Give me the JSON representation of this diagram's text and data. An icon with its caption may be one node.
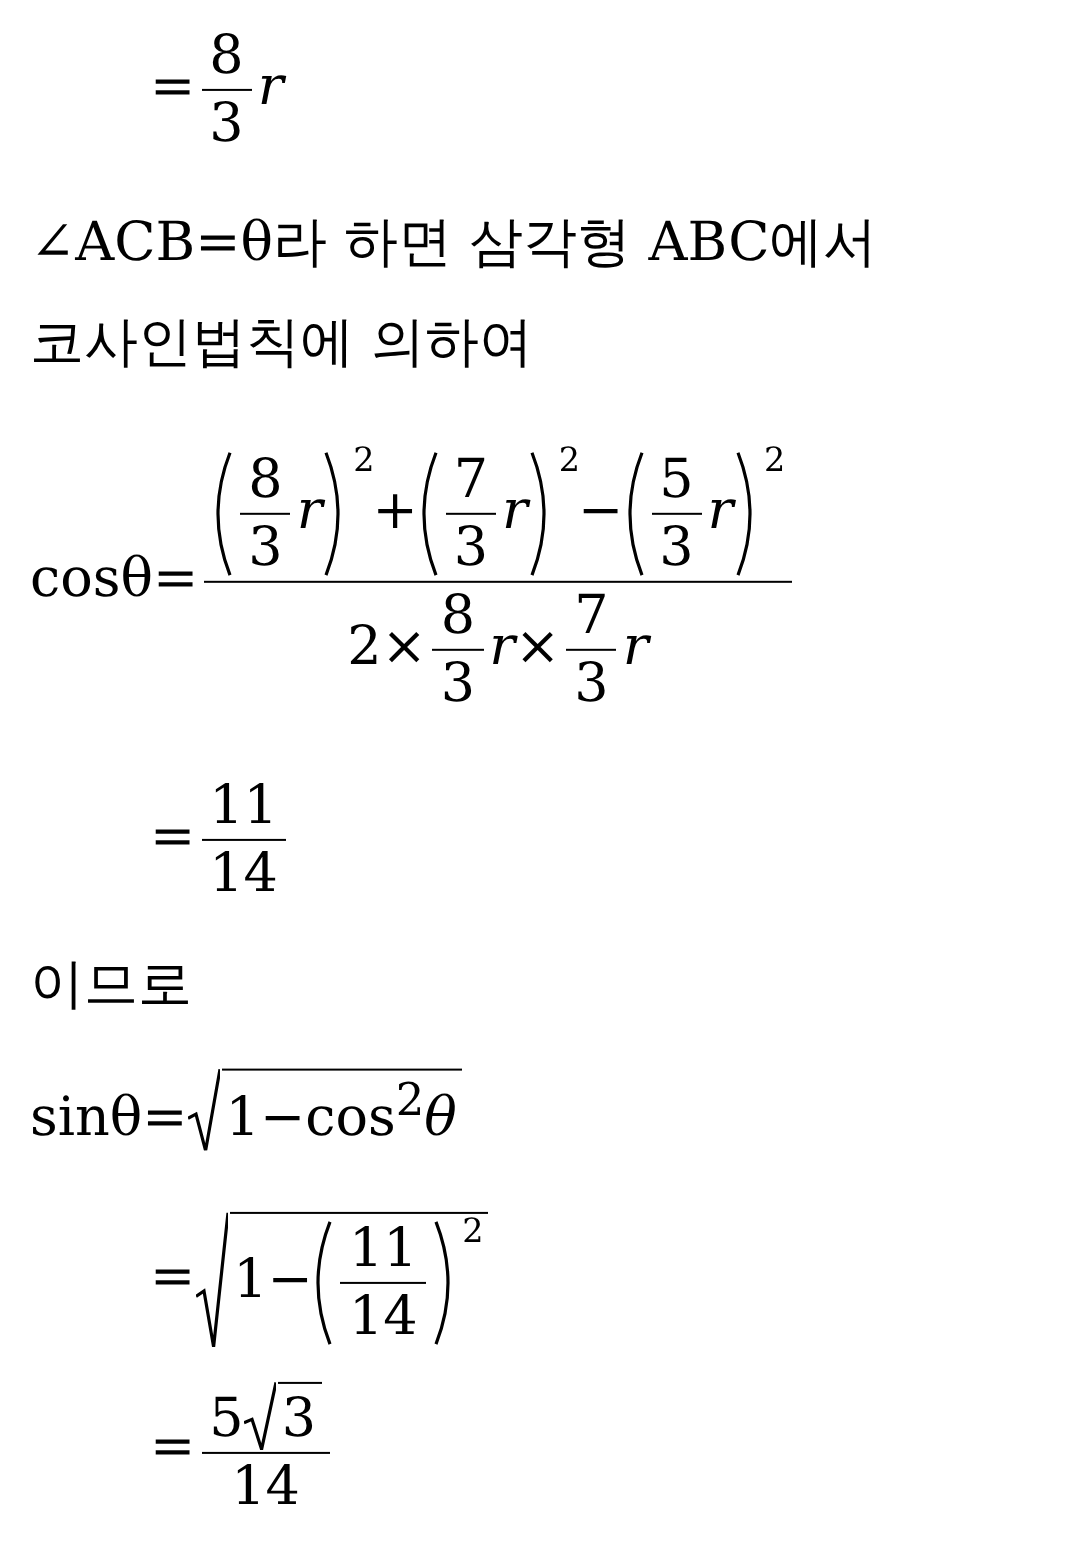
{
  "diagram": {
    "labels": [
      "=",
      "8",
      "3",
      "*r*",
      "∠ACB=θ라 하면 삼각형 ABC에서",
      "코사인법칙에 의하여",
      "cosθ=",
      "8",
      "3",
      "*r*",
      "2",
      "+",
      "7",
      "3",
      "*r*",
      "2",
      "−",
      "5",
      "3",
      "*r*",
      "2",
      "2×",
      "8",
      "3",
      "*r*×",
      "7",
      "3",
      "*r*",
      "=",
      "11",
      "14",
      "이므로",
      "sinθ=",
      "1−cos$^{2}$*θ*",
      "=",
      "1−",
      "11",
      "14",
      "2",
      "=",
      "5",
      "3",
      "14"
    ]
  }
}
